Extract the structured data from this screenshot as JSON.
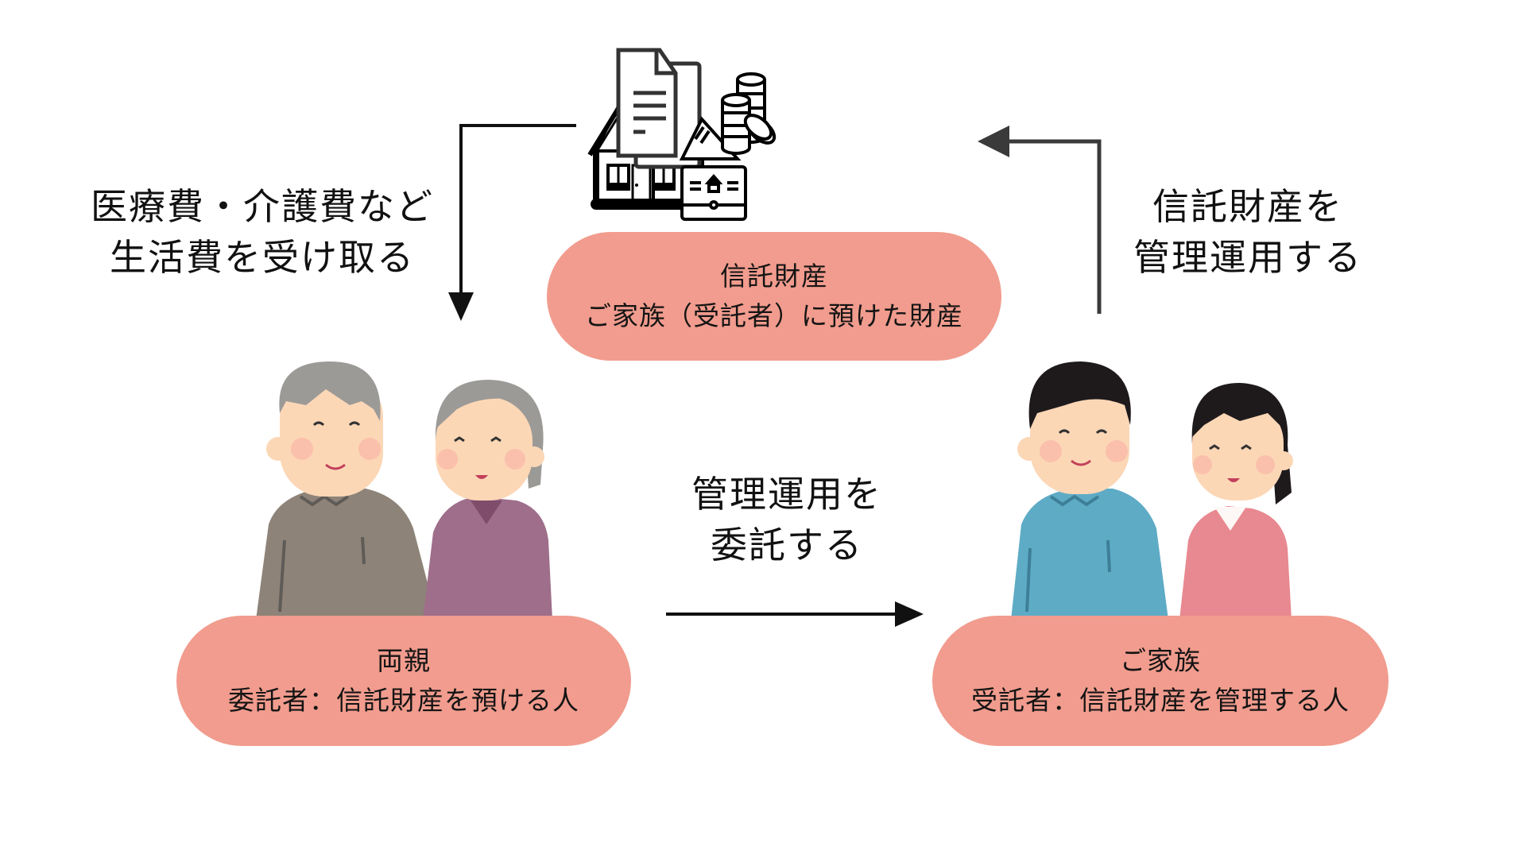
{
  "diagram": {
    "title_concept": "家族信託の仕組み",
    "colors": {
      "pill": "#F19C8E",
      "text": "#141414",
      "arrow": "#111111",
      "elder_man_sweater": "#8E8378",
      "elder_woman_sweater": "#9E6E8A",
      "young_man_sweater": "#5EABC6",
      "young_woman_sweater": "#E88890",
      "skin": "#FCD7B6",
      "grey_hair": "#9C9A97",
      "black_hair": "#1E1A1C"
    },
    "trust_property": {
      "title": "信託財産",
      "subtitle": "ご家族（受託者）に預けた財産",
      "icons": [
        "house-icon",
        "document-icon",
        "bankbook-icon",
        "coins-icon"
      ]
    },
    "settlor": {
      "title": "両親",
      "subtitle": "委託者：信託財産を預ける人",
      "figure": "elderly-couple-illustration"
    },
    "trustee": {
      "title": "ご家族",
      "subtitle": "受託者：信託財産を管理する人",
      "figure": "young-couple-illustration"
    },
    "flows": {
      "left": {
        "line1": "医療費・介護費など",
        "line2": "生活費を受け取る",
        "direction": "trust-property → settlor"
      },
      "right": {
        "line1": "信託財産を",
        "line2": "管理運用する",
        "direction": "trustee → trust-property"
      },
      "middle": {
        "line1": "管理運用を",
        "line2": "委託する",
        "direction": "settlor → trustee"
      }
    }
  }
}
